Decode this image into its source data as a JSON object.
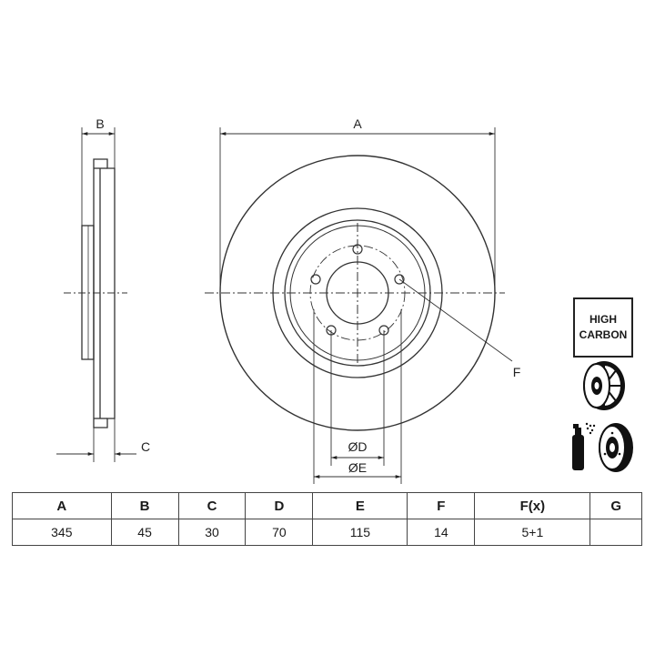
{
  "diagram": {
    "labels": {
      "A": "A",
      "B": "B",
      "C": "C",
      "F": "F",
      "D": "ØD",
      "E": "ØE"
    },
    "badge": {
      "line1": "HIGH",
      "line2": "CARBON"
    },
    "icons": [
      "vented-disc-icon",
      "cleaning-spray-icon"
    ]
  },
  "table": {
    "headers": [
      "A",
      "B",
      "C",
      "D",
      "E",
      "F",
      "F(x)",
      "G"
    ],
    "values": [
      "345",
      "45",
      "30",
      "70",
      "115",
      "14",
      "5+1",
      ""
    ]
  }
}
